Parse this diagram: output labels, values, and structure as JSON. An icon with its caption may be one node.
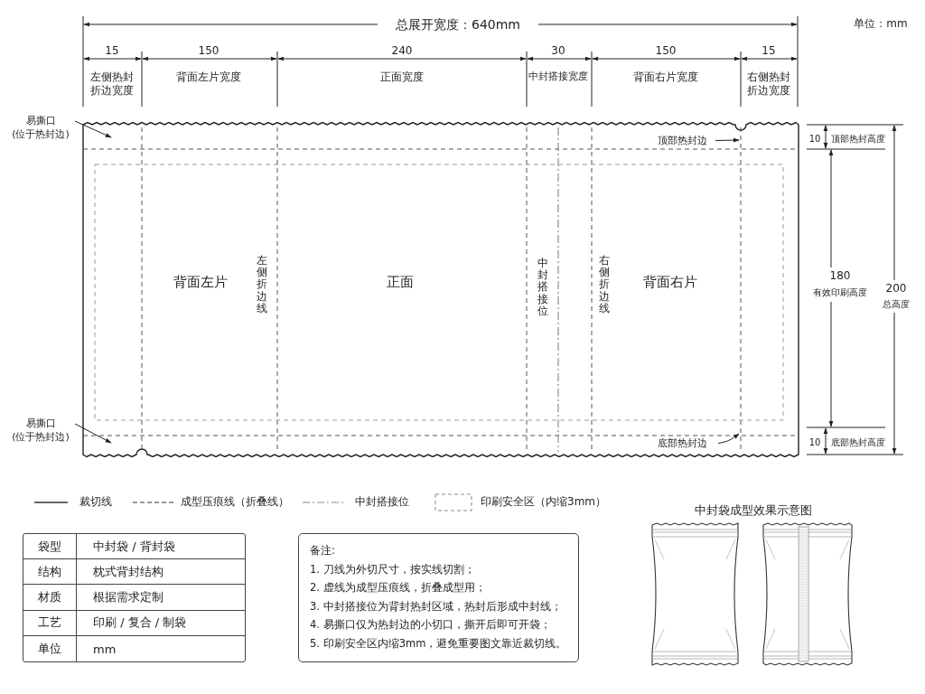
{
  "diagram": {
    "nodes": [
      {
        "text": [
          "易撕口",
          "(位于热封边)"
        ]
      },
      {
        "text": [
          "顶部热封边"
        ]
      },
      {
        "text": [
          "易撕口",
          "(位于热封边)"
        ]
      },
      {
        "text": [
          "底部热封边"
        ]
      },
      {
        "text": [
          "备注:",
          "1. 刀线为外切尺寸，按实线切割；",
          "2. 虚线为成型压痕线，折叠成型用；",
          "3. 中封搭接位为背封热封区域，热封后形成中封线；",
          "4. 易撕口仅为热封边的小切口，撕开后即可开袋；",
          "5. 印刷安全区内缩3mm，避免重要图文靠近裁切线。"
        ]
      }
    ],
    "edges": [
      {
        "from": 0,
        "to": null,
        "arrow": "to"
      },
      {
        "from": 1,
        "to": null,
        "arrow": "to"
      },
      {
        "from": 2,
        "to": null,
        "arrow": "to"
      },
      {
        "from": 3,
        "to": null,
        "arrow": "to"
      }
    ],
    "labels": [
      "总展开宽度：640mm",
      "单位：mm",
      "15",
      "150",
      "240",
      "30",
      "150",
      "15",
      "左侧热封折边宽度",
      "背面左片宽度",
      "正面宽度",
      "中封搭接宽度",
      "背面右片宽度",
      "右侧热封折边宽度",
      "背面左片",
      "左侧折边线",
      "正面",
      "中封搭接位",
      "右侧折边线",
      "背面右片",
      "10",
      "顶部热封高度",
      "180",
      "有效印刷高度",
      "200",
      "总高度",
      "10",
      "底部热封高度",
      "中封袋成型效果示意图",
      "袋型",
      "中封袋 / 背封袋",
      "结构",
      "枕式背封结构",
      "材质",
      "根据需求定制",
      "工艺",
      "印刷 / 复合 / 制袋",
      "单位",
      "mm"
    ],
    "legend": [
      {
        "text": "裁切线"
      },
      {
        "text": "成型压痕线（折叠线）"
      },
      {
        "text": "中封搭接位"
      },
      {
        "text": "印刷安全区（内缩3mm）"
      }
    ]
  }
}
